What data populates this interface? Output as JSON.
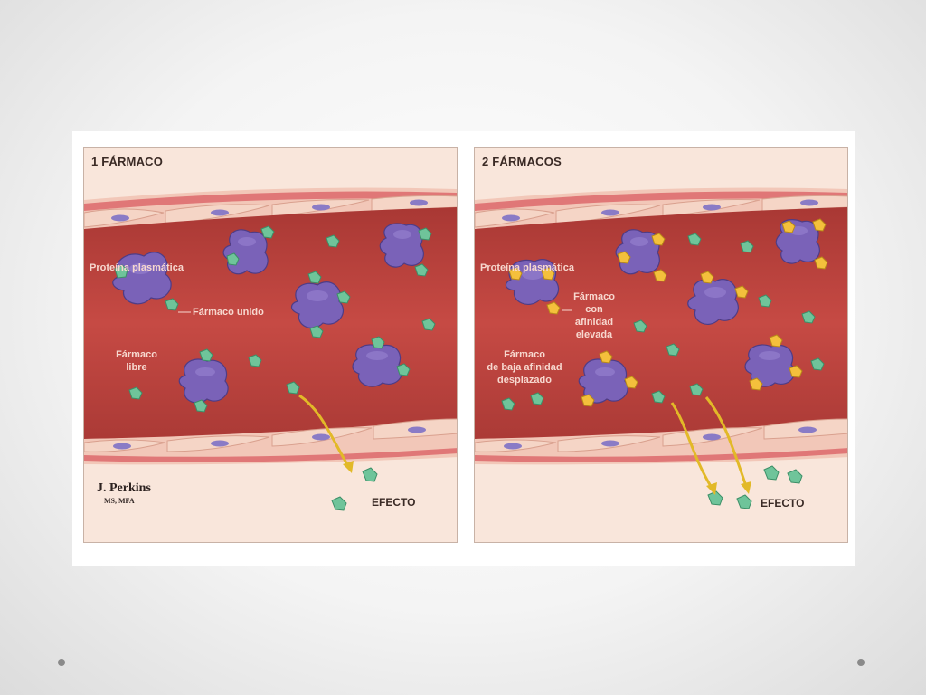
{
  "left_panel": {
    "title": "1 FÁRMACO",
    "labels": {
      "plasma_protein": "Proteína plasmática",
      "bound_drug": "Fármaco unido",
      "free_drug_1": "Fármaco",
      "free_drug_2": "libre",
      "effect": "EFECTO"
    },
    "signature": {
      "name": "J. Perkins",
      "credentials": "MS, MFA"
    }
  },
  "right_panel": {
    "title": "2 FÁRMACOS",
    "labels": {
      "plasma_protein": "Proteína plasmática",
      "high_affinity_1": "Fármaco",
      "high_affinity_2": "con",
      "high_affinity_3": "afinidad",
      "high_affinity_4": "elevada",
      "low_affinity_1": "Fármaco",
      "low_affinity_2": "de baja afinidad",
      "low_affinity_3": "desplazado",
      "effect": "EFECTO"
    }
  },
  "colors": {
    "blood": "#c2443f",
    "protein": "#7a62b8",
    "low_affinity_drug": "#6fc49a",
    "high_affinity_drug": "#f4c03c",
    "arrow": "#e2b928"
  }
}
